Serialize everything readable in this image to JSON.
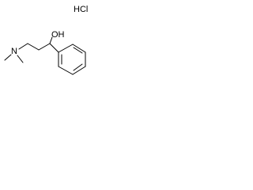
{
  "molecule": {
    "labels": {
      "salt": "HCl",
      "hydroxyl": "OH",
      "amine_nitrogen": "N"
    }
  }
}
